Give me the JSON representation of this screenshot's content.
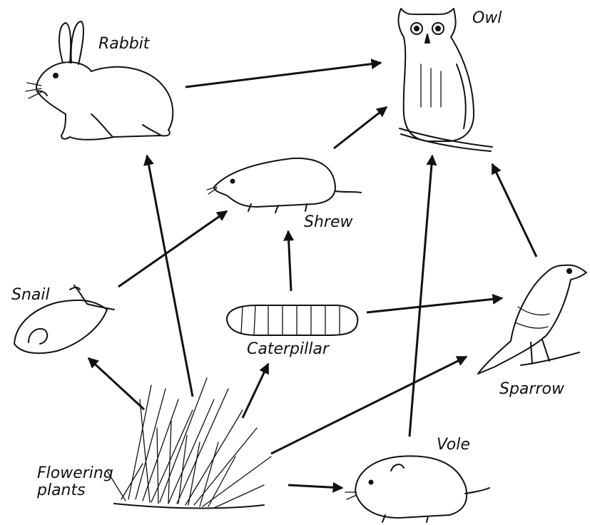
{
  "organisms": {
    "rabbit": "Rabbit",
    "owl": "Owl",
    "shrew": "Shrew",
    "snail": "Snail",
    "caterpillar": "Caterpillar",
    "sparrow": "Sparrow",
    "vole": "Vole",
    "flowering_plants_line1": "Flowering",
    "flowering_plants_line2": "plants"
  },
  "links": [
    {
      "from": "Flowering plants",
      "to": "Rabbit"
    },
    {
      "from": "Flowering plants",
      "to": "Snail"
    },
    {
      "from": "Flowering plants",
      "to": "Caterpillar"
    },
    {
      "from": "Flowering plants",
      "to": "Sparrow"
    },
    {
      "from": "Flowering plants",
      "to": "Vole"
    },
    {
      "from": "Snail",
      "to": "Shrew"
    },
    {
      "from": "Caterpillar",
      "to": "Shrew"
    },
    {
      "from": "Caterpillar",
      "to": "Sparrow"
    },
    {
      "from": "Rabbit",
      "to": "Owl"
    },
    {
      "from": "Shrew",
      "to": "Owl"
    },
    {
      "from": "Vole",
      "to": "Owl"
    },
    {
      "from": "Sparrow",
      "to": "Owl"
    }
  ],
  "colors": {
    "ink": "#111111",
    "background": "#ffffff"
  }
}
